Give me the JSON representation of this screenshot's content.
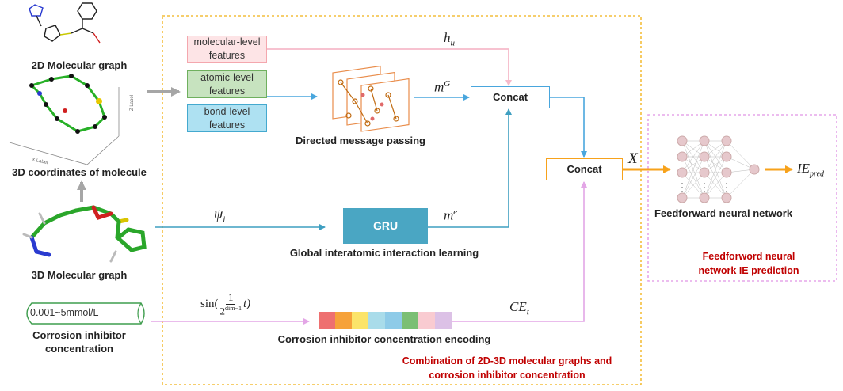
{
  "left": {
    "graph2d_label": "2D Molecular graph",
    "coords3d_label": "3D coordinates of molecule",
    "graph3d_label": "3D Molecular graph",
    "conc_input": "0.001~5mmol/L",
    "conc_label_line1": "Corrosion inhibitor",
    "conc_label_line2": "concentration",
    "axis_xlabel": "X Label",
    "axis_zlabel": "Z Label"
  },
  "features": {
    "molecular": [
      "molecular-level",
      "features"
    ],
    "atomic": [
      "atomic-level",
      "features"
    ],
    "bond": [
      "bond-level",
      "features"
    ]
  },
  "middle": {
    "dmp_label": "Directed message passing",
    "gru": "GRU",
    "gru_label": "Global interatomic interaction learning",
    "cie_label": "Corrosion inhibitor concentration encoding",
    "concat1": "Concat",
    "concat2": "Concat",
    "combination_line1": "Combination of 2D-3D molecular graphs and",
    "combination_line2": "corrosion inhibitor concentration"
  },
  "symbols": {
    "hu_base": "h",
    "hu_sub": "u",
    "mg_base": "m",
    "mg_sup": "G",
    "psi_base": "ψ",
    "psi_sub": "i",
    "me_base": "m",
    "me_sup": "e",
    "x": "X",
    "ce_base": "CE",
    "ce_sub": "t",
    "ie_base": "IE",
    "ie_sub": "pred",
    "sin_prefix": "sin(",
    "sin_num": "1",
    "sin_den_base": "2",
    "sin_den_exp": "dim−1",
    "sin_suffix": "t)"
  },
  "right": {
    "ffnn_label": "Feedforward neural network",
    "prediction_line1": "Feedforword neural",
    "prediction_line2": "network IE prediction"
  },
  "colors": {
    "mol_fill": "#fde4e6",
    "mol_border": "#f4a7ae",
    "atom_fill": "#c7e3bf",
    "atom_border": "#6fb05e",
    "bond_fill": "#aee1f2",
    "bond_border": "#44a9cf",
    "gru_fill": "#4aa6c3",
    "concat_blue": "#49a6dd",
    "concat_orange": "#f7a21b",
    "arrow_blue": "#49a6dd",
    "arrow_pink": "#f6b9c9",
    "arrow_teal": "#3f9fc1",
    "arrow_orange": "#f7a21b",
    "arrow_gray": "#a6a6a6",
    "arrow_purple": "#e3a6e6",
    "dashed_yellow": "#f4be3c",
    "dashed_purple": "#e6a6ea",
    "neuron": "#e6c8cc",
    "encoding": [
      "#ee7070",
      "#f6a23a",
      "#fbe46a",
      "#a9dcea",
      "#8ecbe8",
      "#7bbf74",
      "#f9cbd1",
      "#dcc1e6"
    ]
  }
}
